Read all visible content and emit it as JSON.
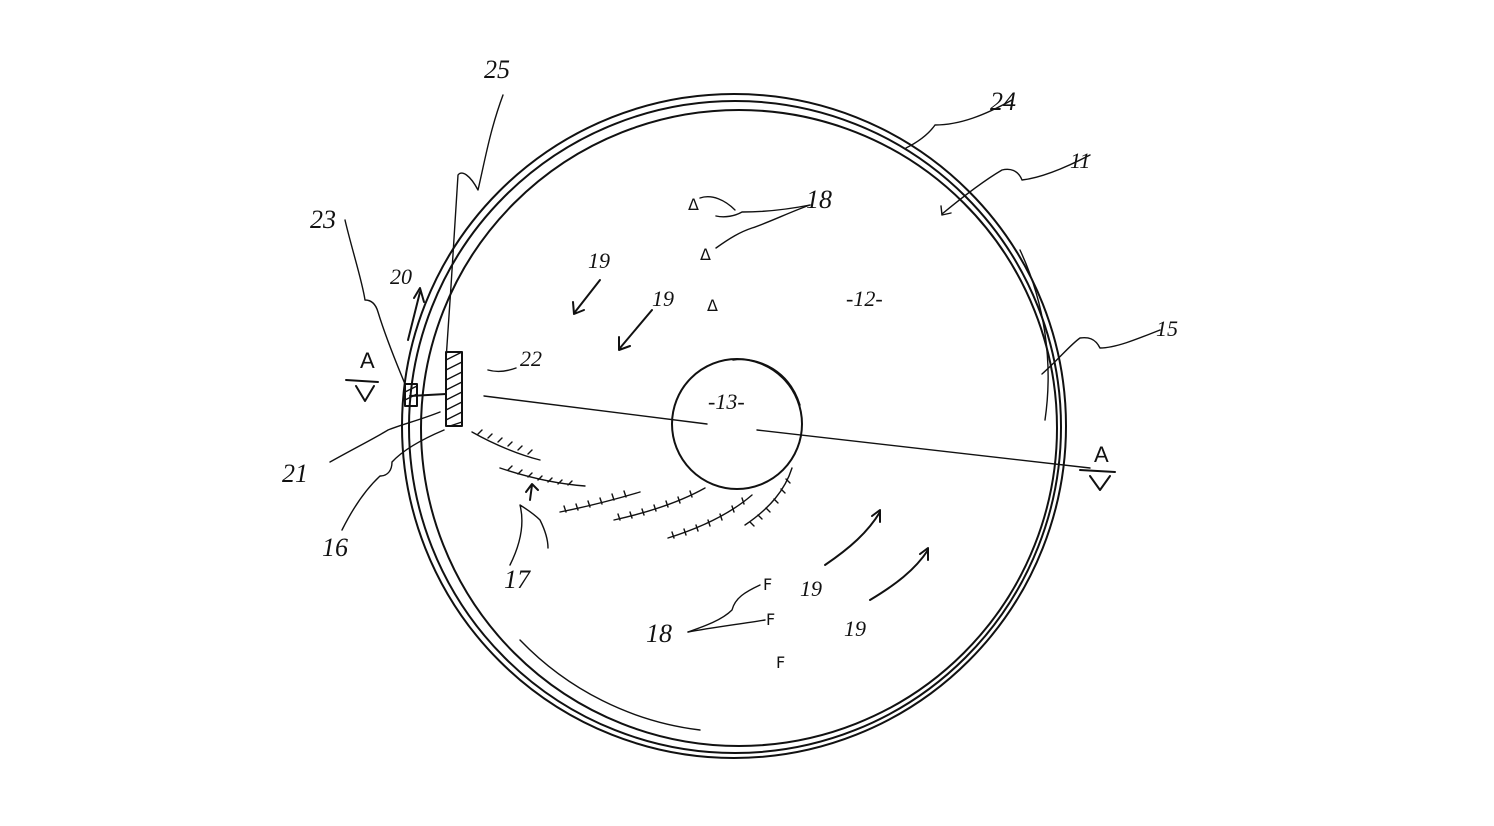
{
  "labels": {
    "l25": "25",
    "l24": "24",
    "l11": "11",
    "l23": "23",
    "l20": "20",
    "l22": "22",
    "l18a": "18",
    "l19a": "19",
    "l19b": "19",
    "l12": "-12-",
    "l13": "-13-",
    "l15": "15",
    "l21": "21",
    "l16": "16",
    "l17": "17",
    "l18b": "18",
    "l19c": "19",
    "l19d": "19",
    "sec_left": "A",
    "sec_right": "A"
  },
  "markers": {
    "delta": "Δ",
    "f": "F"
  }
}
